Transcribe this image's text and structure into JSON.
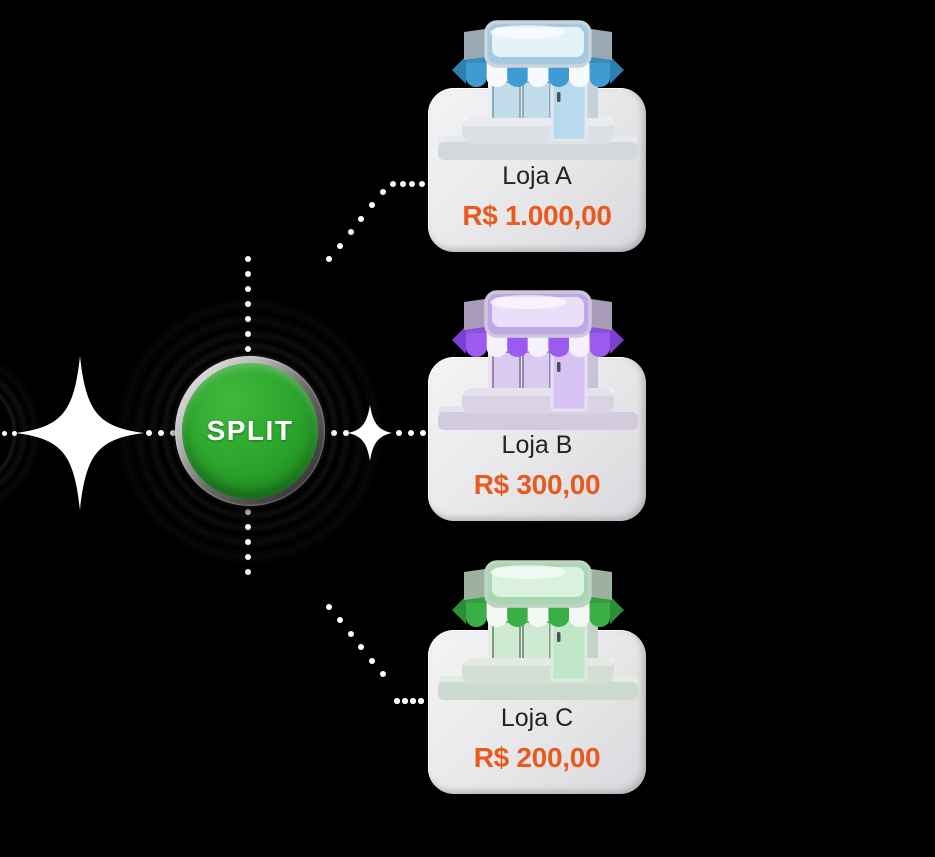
{
  "background_color": "#000000",
  "split_button": {
    "label": "SPLIT",
    "face_color": "#2CA62C",
    "face_color_light": "#41B83E",
    "face_color_dark": "#157C18",
    "text_color": "#FFFFFF"
  },
  "connectors": {
    "dot_color": "#FFFFFF",
    "sparkle_color": "#FFFFFF"
  },
  "card": {
    "background_color": "#E9E9EB",
    "name_color": "#232327",
    "amount_color": "#E95A20"
  },
  "stores": [
    {
      "name": "Loja A",
      "amount": "R$ 1.000,00",
      "theme": "blue",
      "colors": {
        "accent": "#3E9CD2",
        "accent_dark": "#2C7FAE",
        "stripe": "#F7FAFC",
        "glass_light": "#E4F2FA",
        "glass": "#A5C9E0",
        "frame": "#C9D3DA",
        "bracket": "#9AA8B2",
        "wall": "#EAEFF3",
        "wall_shade": "#C7D0D7",
        "window": "#C3DCEC",
        "window_frame": "#93AAB8",
        "door": "#B7DAEF",
        "door_frame": "#E2E9EE",
        "pedestal": "#DCE1E6",
        "slab_top": "#E7EAED",
        "slab_face": "#D3D8DD"
      }
    },
    {
      "name": "Loja B",
      "amount": "R$ 300,00",
      "theme": "purple",
      "colors": {
        "accent": "#9C5AF0",
        "accent_dark": "#7C3FD2",
        "stripe": "#F5F1FA",
        "glass_light": "#EADFF8",
        "glass": "#C0A7E4",
        "frame": "#CFC6DE",
        "bracket": "#A89CB9",
        "wall": "#E8E3F1",
        "wall_shade": "#CAC1D9",
        "window": "#DACAF1",
        "window_frame": "#9486A8",
        "door": "#D7C3F3",
        "door_frame": "#E7DFF3",
        "pedestal": "#D9D3E3",
        "slab_top": "#E5E1ED",
        "slab_face": "#D1CBDD"
      }
    },
    {
      "name": "Loja C",
      "amount": "R$ 200,00",
      "theme": "green",
      "colors": {
        "accent": "#3BAF46",
        "accent_dark": "#2E8D39",
        "stripe": "#F3F8F3",
        "glass_light": "#DAF1DF",
        "glass": "#AAD7B3",
        "frame": "#C0D3C3",
        "bracket": "#9CB19F",
        "wall": "#E3EEE4",
        "wall_shade": "#C3D3C5",
        "window": "#CEEAD2",
        "window_frame": "#839884",
        "door": "#C0E7C7",
        "door_frame": "#DDEBDF",
        "pedestal": "#D3DFD4",
        "slab_top": "#E1EBE2",
        "slab_face": "#CCD9CE"
      }
    }
  ]
}
